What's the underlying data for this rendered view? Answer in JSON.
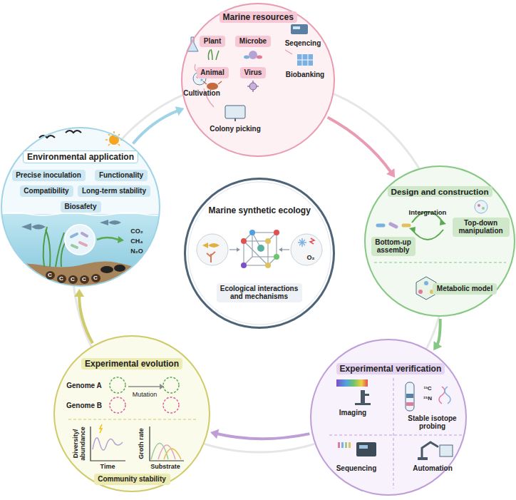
{
  "diagram": {
    "nodes": [
      {
        "text": [
          "Marine resources"
        ]
      },
      {
        "text": [
          "Plant"
        ],
        "in": 0
      },
      {
        "text": [
          "Microbe"
        ],
        "in": 0
      },
      {
        "text": [
          "Animal"
        ],
        "in": 0
      },
      {
        "text": [
          "Virus"
        ],
        "in": 0
      },
      {
        "text": [
          "Environmental application"
        ]
      },
      {
        "text": [
          "Precise inoculation"
        ],
        "in": 5
      },
      {
        "text": [
          "Functionality"
        ],
        "in": 5
      },
      {
        "text": [
          "Compatibility"
        ],
        "in": 5
      },
      {
        "text": [
          "Long-term stability"
        ],
        "in": 5
      },
      {
        "text": [
          "Biosafety"
        ],
        "in": 5
      },
      {
        "text": [
          "Marine synthetic ecology"
        ]
      },
      {
        "text": [
          "Ecological interactions and mechanisms"
        ],
        "in": 11
      },
      {
        "text": [
          "Design and construction"
        ]
      },
      {
        "text": [
          "Bottom-up assembly"
        ],
        "in": 13
      },
      {
        "text": [
          "Top-down manipulation"
        ],
        "in": 13
      },
      {
        "text": [
          "Metabolic model"
        ],
        "in": 13
      },
      {
        "text": [
          "Experimental evolution"
        ]
      },
      {
        "text": [
          "Community stability"
        ],
        "in": 17
      },
      {
        "text": [
          "Experimental verification"
        ]
      }
    ],
    "edges": [
      {
        "from": 0,
        "to": 13,
        "arrow": "to"
      },
      {
        "from": 13,
        "to": 19,
        "arrow": "to"
      },
      {
        "from": 19,
        "to": 17,
        "arrow": "to"
      },
      {
        "from": 17,
        "to": 5,
        "arrow": "to"
      },
      {
        "from": 5,
        "to": 0,
        "arrow": "to"
      }
    ],
    "labels": [
      "Seqencing",
      "Biobanking",
      "Cultivation",
      "Colony picking",
      "Intergration",
      "Imaging",
      "Stable isotope probing",
      "Sequencing",
      "Automation",
      "Genome A",
      "Genome B",
      "Mutation",
      "Diversity/ abundance",
      "Time",
      "Groth rate",
      "Substrate",
      "CO₂",
      "CH₄",
      "N₂O",
      "C",
      "C",
      "C",
      "C",
      "C",
      "O₂",
      "¹³C",
      "¹⁵N"
    ]
  }
}
